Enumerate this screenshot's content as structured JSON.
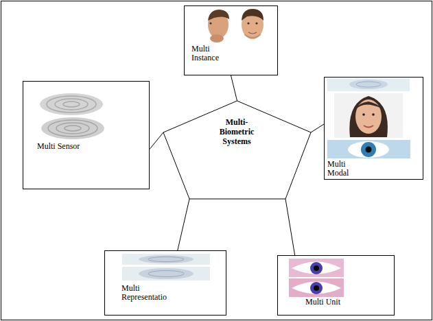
{
  "diagram": {
    "nodes": [
      {
        "text": [
          "Multi Instance"
        ]
      },
      {
        "text": [
          "Multi Sensor"
        ]
      },
      {
        "text": [
          "Multi-Biometric Systems"
        ]
      },
      {
        "text": [
          "Multi Modal"
        ]
      },
      {
        "text": [
          "Multi Representatio"
        ]
      },
      {
        "text": [
          "Multi Unit"
        ]
      }
    ],
    "edges": [
      {
        "from": 2,
        "to": 0,
        "arrow": "none"
      },
      {
        "from": 2,
        "to": 1,
        "arrow": "none"
      },
      {
        "from": 2,
        "to": 3,
        "arrow": "none"
      },
      {
        "from": 2,
        "to": 4,
        "arrow": "none"
      },
      {
        "from": 2,
        "to": 5,
        "arrow": "none"
      }
    ]
  }
}
